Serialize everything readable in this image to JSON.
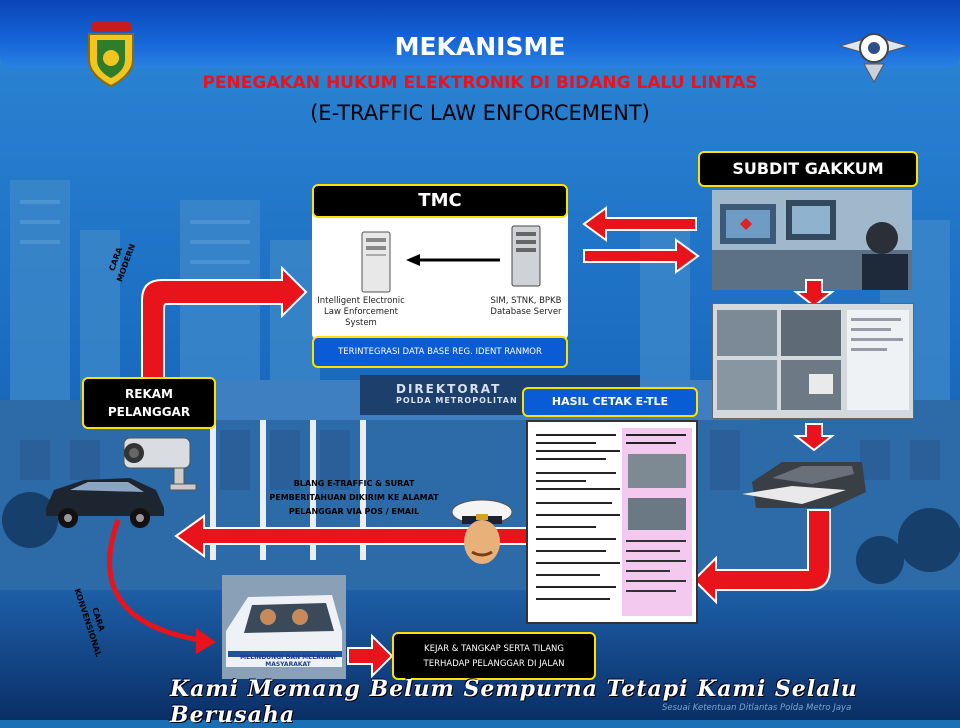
{
  "header": {
    "title": "MEKANISME",
    "subtitle": "PENEGAKAN HUKUM ELEKTRONIK DI BIDANG LALU LINTAS",
    "subtitle2": "(E-TRAFFIC LAW ENFORCEMENT)"
  },
  "tmc": {
    "label": "TMC",
    "server_left": "Intelligent Electronic Law Enforcement System",
    "server_left_l1": "Intelligent Electronic",
    "server_left_l2": "Law Enforcement",
    "server_left_l3": "System",
    "server_right_l1": "SIM, STNK, BPKB",
    "server_right_l2": "Database Server",
    "integrated": "TERINTEGRASI DATA BASE REG. IDENT RANMOR"
  },
  "subdit": {
    "label": "SUBDIT  GAKKUM"
  },
  "rekam": {
    "label_l1": "REKAM",
    "label_l2": "PELANGGAR"
  },
  "cara_modern": {
    "l1": "CARA",
    "l2": "MODERN"
  },
  "cara_konvensional": {
    "l1": "CARA",
    "l2": "KONVENSIONAL"
  },
  "hasil": {
    "label": "HASIL CETAK  E-TLE"
  },
  "blangko": {
    "l1": "BLANG E-TRAFFIC  & SURAT",
    "l2": "PEMBERITAHUAN DIKIRIM KE ALAMAT",
    "l3": "PELANGGAR VIA POS / EMAIL"
  },
  "kejar": {
    "l1": "KEJAR  & TANGKAP SERTA TILANG",
    "l2": "TERHADAP PELANGGAR DI JALAN"
  },
  "building": {
    "sign_l1": "DIREKTORAT",
    "sign_l2": "POLDA METROPOLITAN"
  },
  "patrol": {
    "text_l1": "MELINDUNGI DAN MELAYANI",
    "text_l2": "MASYARAKAT"
  },
  "footer": {
    "slogan": "Kami Memang Belum Sempurna Tetapi Kami Selalu Berusaha",
    "credit": "Sesuai Ketentuan Ditlantas Polda Metro Jaya"
  },
  "colors": {
    "arrow": "#e8131b",
    "accent": "#ffe000",
    "title_band": "#1565d8"
  }
}
